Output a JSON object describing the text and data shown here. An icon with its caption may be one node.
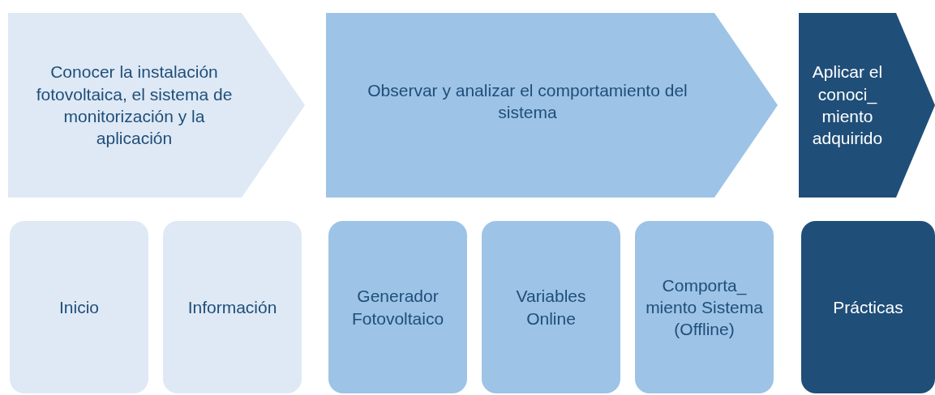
{
  "diagram": {
    "nodes": [
      {
        "text": [
          "Conocer la instalación fotovoltaica, el sistema de monitorización y la aplicación"
        ]
      },
      {
        "text": [
          "Observar y analizar el comportamiento del sistema"
        ]
      },
      {
        "text": [
          "Aplicar el conoci_ miento adquirido"
        ]
      },
      {
        "text": [
          "Inicio"
        ]
      },
      {
        "text": [
          "Información"
        ]
      },
      {
        "text": [
          "Generador Fotovoltaico"
        ]
      },
      {
        "text": [
          "Variables Online"
        ]
      },
      {
        "text": [
          "Comporta_ miento Sistema (Offline)"
        ]
      },
      {
        "text": [
          "Prácticas"
        ]
      }
    ]
  }
}
